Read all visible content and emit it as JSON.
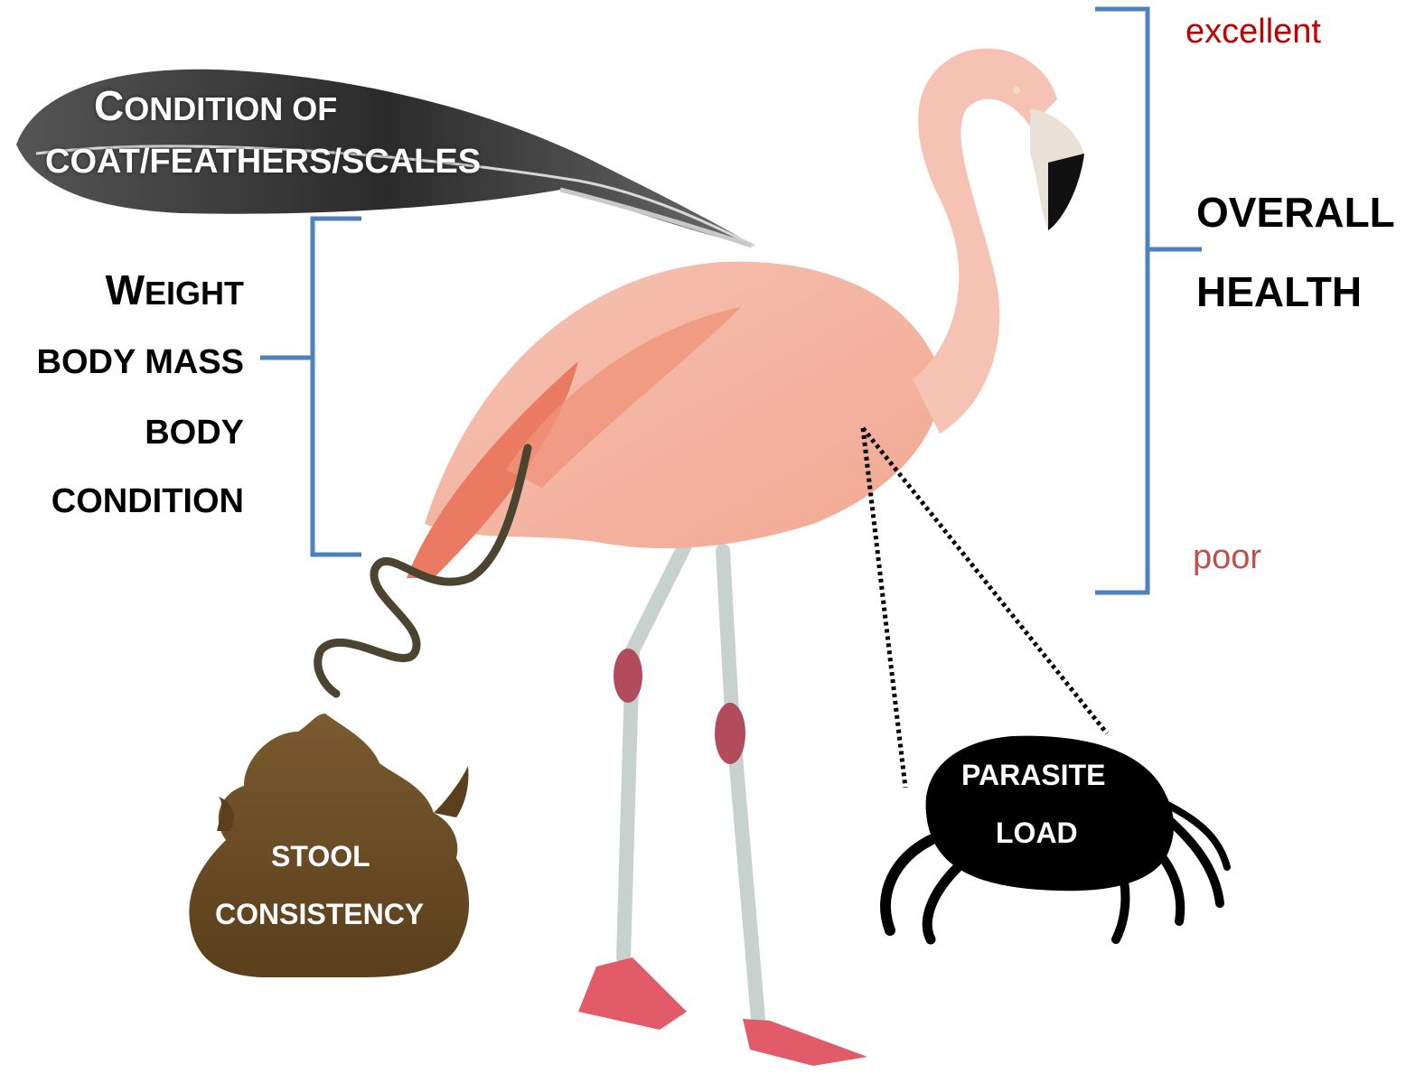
{
  "feather_label": {
    "line1_first": "C",
    "line1_rest": "ONDITION OF",
    "line2": "COAT/FEATHERS/SCALES"
  },
  "weight_label": {
    "line1_first": "W",
    "line1_rest": "EIGHT",
    "line2": "BODY MASS",
    "line3": "BODY",
    "line4": "CONDITION"
  },
  "health_label": {
    "line1": "OVERALL",
    "line2": "HEALTH"
  },
  "health_scale": {
    "top": "excellent",
    "bottom": "poor"
  },
  "stool_label": {
    "line1": "STOOL",
    "line2": "CONSISTENCY"
  },
  "parasite_label": {
    "line1": "PARASITE",
    "line2": "LOAD"
  },
  "colors": {
    "bracket": "#4f81bd",
    "excellent": "#c00000",
    "poor": "#c0504d",
    "stool_line": "#4a4430",
    "flamingo_body": "#f4b3a3",
    "flamingo_wing": "#ea7b62",
    "legs": "#c7d2cf",
    "feet": "#e25b68"
  }
}
